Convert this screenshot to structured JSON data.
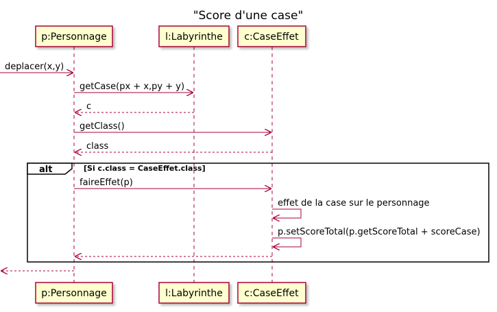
{
  "title": "\"Score d'une case\"",
  "participants": {
    "personnage": "p:Personnage",
    "labyrinthe": "l:Labyrinthe",
    "caseeffet": "c:CaseEffet"
  },
  "messages": {
    "m1": "deplacer(x,y)",
    "m2": "getCase(px + x,py + y)",
    "m3": "c",
    "m4": "getClass()",
    "m5": "class",
    "m6": "faireEffet(p)",
    "m7": "effet de la case sur le personnage",
    "m8": "p.setScoreTotal(p.getScoreTotal + scoreCase)"
  },
  "fragment": {
    "keyword": "alt",
    "guard": "[Si c.class = CaseEffet.class]"
  },
  "colors": {
    "arrow": "#a80036",
    "box_fill": "#fefece",
    "box_border": "#a80036",
    "fragment_border": "#000000"
  }
}
